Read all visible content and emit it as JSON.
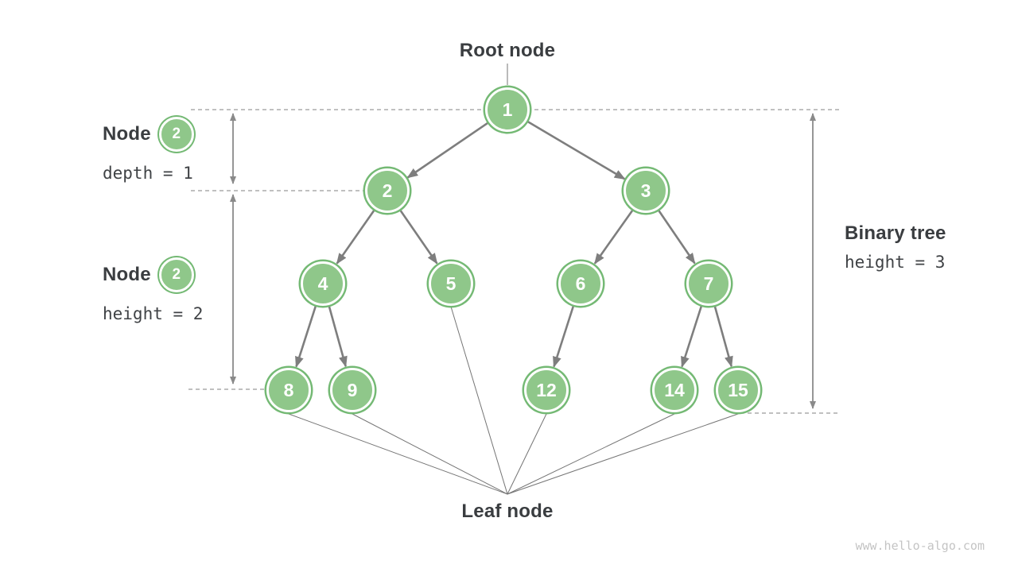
{
  "colors": {
    "node_fill": "#8FC78A",
    "node_border": "#74B974",
    "edge": "#7E7E7E",
    "dashed": "#9A9A9A",
    "measure": "#8A8A8A",
    "leaf_line": "#757575",
    "label_text": "#3A3D40",
    "mono_text": "#3F4245",
    "watermark": "#C4C4C4"
  },
  "labels": {
    "root": "Root node",
    "leaf": "Leaf node",
    "watermark": "www.hello-algo.com"
  },
  "annotations": {
    "left": [
      {
        "label": "Node",
        "badge": "2",
        "caption": "depth = 1"
      },
      {
        "label": "Node",
        "badge": "2",
        "caption": "height = 2"
      }
    ],
    "right": {
      "label": "Binary tree",
      "caption": "height = 3"
    }
  },
  "tree": {
    "type": "binary-tree",
    "nodes": {
      "n1": "1",
      "n2": "2",
      "n3": "3",
      "n4": "4",
      "n5": "5",
      "n6": "6",
      "n7": "7",
      "n8": "8",
      "n9": "9",
      "n12": "12",
      "n14": "14",
      "n15": "15"
    },
    "edges": [
      "1-2",
      "1-3",
      "2-4",
      "2-5",
      "3-6",
      "3-7",
      "4-8",
      "4-9",
      "6-12",
      "7-14",
      "7-15"
    ],
    "leaf_nodes": [
      "8",
      "9",
      "5",
      "12",
      "14",
      "15"
    ]
  }
}
